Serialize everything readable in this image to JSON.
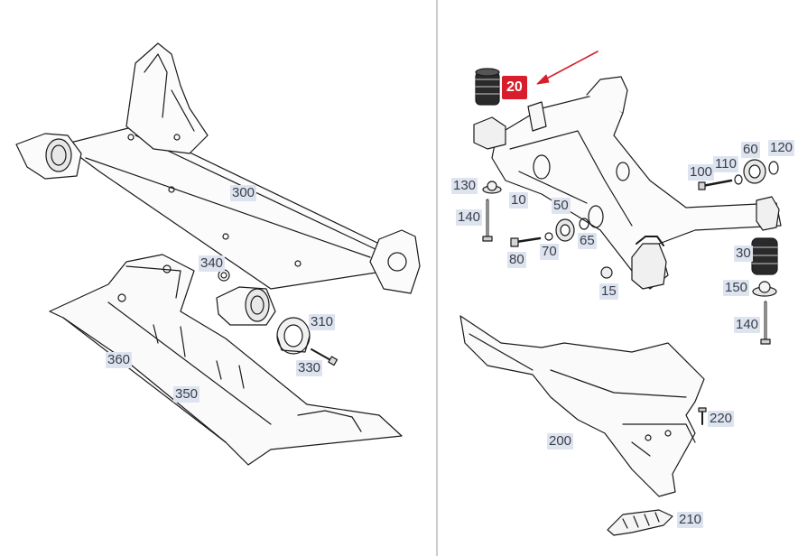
{
  "diagram": {
    "highlight_color": "#d81e2a",
    "label_bg_color": "#dde4ef",
    "divider_color": "#9a9a9a",
    "left_panel": {
      "callouts": [
        "300",
        "340",
        "310",
        "330",
        "360",
        "350"
      ]
    },
    "right_panel": {
      "highlighted": "20",
      "callouts": [
        "130",
        "10",
        "140",
        "50",
        "65",
        "80",
        "70",
        "15",
        "100",
        "110",
        "60",
        "120",
        "30",
        "150",
        "140",
        "200",
        "220",
        "210"
      ]
    }
  }
}
